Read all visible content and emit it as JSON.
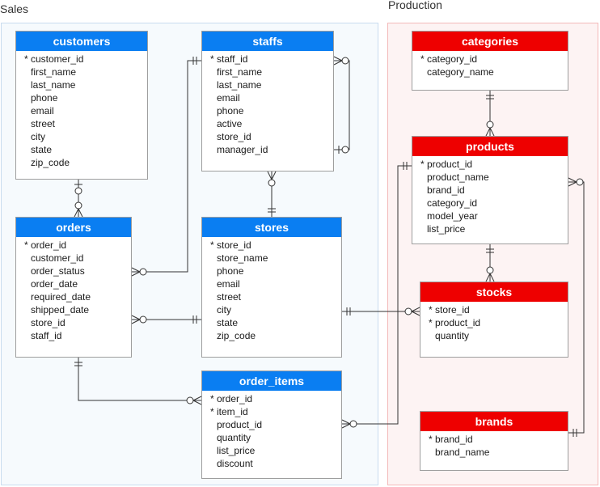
{
  "regions": {
    "sales": "Sales",
    "production": "Production"
  },
  "entities": {
    "customers": {
      "title": "customers",
      "fields": [
        {
          "name": "customer_id",
          "key": "*"
        },
        {
          "name": "first_name",
          "key": ""
        },
        {
          "name": "last_name",
          "key": ""
        },
        {
          "name": "phone",
          "key": ""
        },
        {
          "name": "email",
          "key": ""
        },
        {
          "name": "street",
          "key": ""
        },
        {
          "name": "city",
          "key": ""
        },
        {
          "name": "state",
          "key": ""
        },
        {
          "name": "zip_code",
          "key": ""
        }
      ]
    },
    "staffs": {
      "title": "staffs",
      "fields": [
        {
          "name": "staff_id",
          "key": "*"
        },
        {
          "name": "first_name",
          "key": ""
        },
        {
          "name": "last_name",
          "key": ""
        },
        {
          "name": "email",
          "key": ""
        },
        {
          "name": "phone",
          "key": ""
        },
        {
          "name": "active",
          "key": ""
        },
        {
          "name": "store_id",
          "key": ""
        },
        {
          "name": "manager_id",
          "key": ""
        }
      ]
    },
    "orders": {
      "title": "orders",
      "fields": [
        {
          "name": "order_id",
          "key": "*"
        },
        {
          "name": "customer_id",
          "key": ""
        },
        {
          "name": "order_status",
          "key": ""
        },
        {
          "name": "order_date",
          "key": ""
        },
        {
          "name": "required_date",
          "key": ""
        },
        {
          "name": "shipped_date",
          "key": ""
        },
        {
          "name": "store_id",
          "key": ""
        },
        {
          "name": "staff_id",
          "key": ""
        }
      ]
    },
    "stores": {
      "title": "stores",
      "fields": [
        {
          "name": "store_id",
          "key": "*"
        },
        {
          "name": "store_name",
          "key": ""
        },
        {
          "name": "phone",
          "key": ""
        },
        {
          "name": "email",
          "key": ""
        },
        {
          "name": "street",
          "key": ""
        },
        {
          "name": "city",
          "key": ""
        },
        {
          "name": "state",
          "key": ""
        },
        {
          "name": "zip_code",
          "key": ""
        }
      ]
    },
    "order_items": {
      "title": "order_items",
      "fields": [
        {
          "name": "order_id",
          "key": "*"
        },
        {
          "name": "item_id",
          "key": "*"
        },
        {
          "name": "product_id",
          "key": ""
        },
        {
          "name": "quantity",
          "key": ""
        },
        {
          "name": "list_price",
          "key": ""
        },
        {
          "name": "discount",
          "key": ""
        }
      ]
    },
    "categories": {
      "title": "categories",
      "fields": [
        {
          "name": "category_id",
          "key": "*"
        },
        {
          "name": "category_name",
          "key": ""
        }
      ]
    },
    "products": {
      "title": "products",
      "fields": [
        {
          "name": "product_id",
          "key": "*"
        },
        {
          "name": "product_name",
          "key": ""
        },
        {
          "name": "brand_id",
          "key": ""
        },
        {
          "name": "category_id",
          "key": ""
        },
        {
          "name": "model_year",
          "key": ""
        },
        {
          "name": "list_price",
          "key": ""
        }
      ]
    },
    "stocks": {
      "title": "stocks",
      "fields": [
        {
          "name": "store_id",
          "key": "*"
        },
        {
          "name": "product_id",
          "key": "*"
        },
        {
          "name": "quantity",
          "key": ""
        }
      ]
    },
    "brands": {
      "title": "brands",
      "fields": [
        {
          "name": "brand_id",
          "key": "*"
        },
        {
          "name": "brand_name",
          "key": ""
        }
      ]
    }
  },
  "colors": {
    "sales_header": "#0a7ef2",
    "production_header": "#ee0000",
    "connector": "#333333"
  }
}
